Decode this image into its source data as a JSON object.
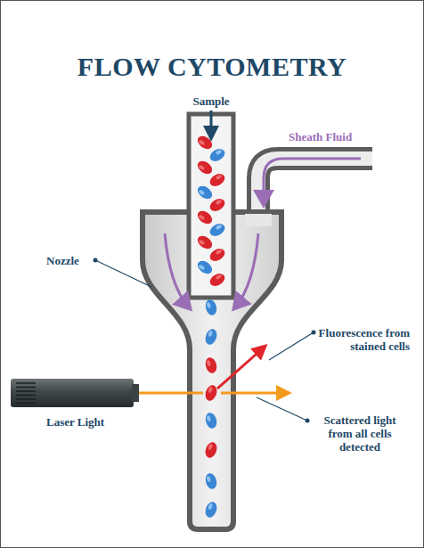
{
  "diagram": {
    "title": "FLOW CYTOMETRY",
    "labels": [
      "Sample",
      "Sheath Fluid",
      "Nozzle",
      "Fluorescence from stained cells",
      "Laser Light",
      "Scattered light from all cells detected"
    ]
  }
}
